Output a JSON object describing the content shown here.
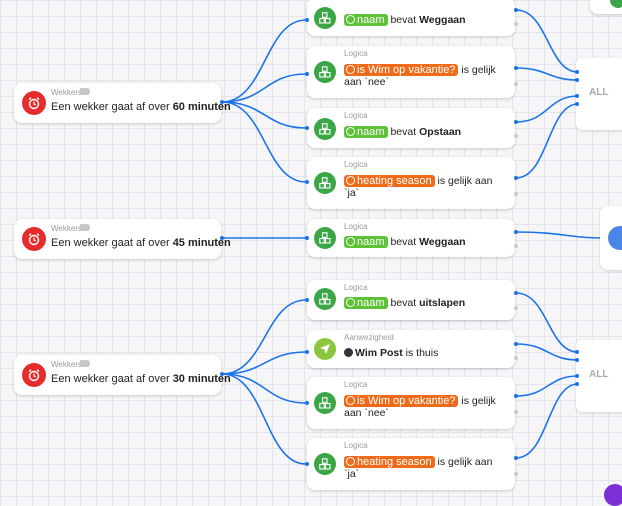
{
  "triggers": [
    {
      "category": "Wekkers",
      "prefix": "Een wekker gaat af over",
      "value": "60 minuten"
    },
    {
      "category": "Wekkers",
      "prefix": "Een wekker gaat af over",
      "value": "45 minuten"
    },
    {
      "category": "Wekkers",
      "prefix": "Een wekker gaat af over",
      "value": "30 minuten"
    }
  ],
  "conditions": [
    {
      "category": "",
      "tag": "naam",
      "op": "bevat",
      "value": "Weggaan"
    },
    {
      "category": "Logica",
      "tag": "is Wim op vakantie?",
      "op": "is gelijk aan",
      "value": "`nee`"
    },
    {
      "category": "Logica",
      "tag": "naam",
      "op": "bevat",
      "value": "Opstaan"
    },
    {
      "category": "Logica",
      "tag": "heating season",
      "op": "is gelijk aan",
      "value": "`ja`"
    },
    {
      "category": "Logica",
      "tag": "naam",
      "op": "bevat",
      "value": "Weggaan"
    },
    {
      "category": "Logica",
      "tag": "naam",
      "op": "bevat",
      "value": "uitslapen"
    },
    {
      "category": "Aanwezigheid",
      "user": "Wim Post",
      "status": "is thuis"
    },
    {
      "category": "Logica",
      "tag": "is Wim op vakantie?",
      "op": "is gelijk aan",
      "value": "`nee`"
    },
    {
      "category": "Logica",
      "tag": "heating season",
      "op": "is gelijk aan",
      "value": "`ja`"
    }
  ],
  "junctions": [
    {
      "label": "ALL"
    },
    {
      "label": "ALL"
    }
  ],
  "colors": {
    "wire": "#1a73e8",
    "alarm": "#e52d2d",
    "logic": "#3aa646",
    "presence": "#8cc63f",
    "tag_green": "#5ec236",
    "tag_orange": "#ef6b1a"
  },
  "icons": {
    "trigger": "alarm-clock-icon",
    "logic": "logic-blocks-icon",
    "presence": "location-arrow-icon",
    "tag": "tag-icon"
  }
}
